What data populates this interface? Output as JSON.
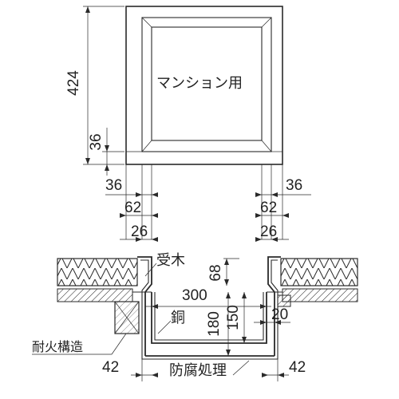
{
  "drawing": {
    "plan_label": "マンション用",
    "labels": {
      "ukegi": "受木",
      "dou": "銅",
      "taika": "耐火構造",
      "boufu": "防腐処理"
    },
    "dims": {
      "overall_height": "424",
      "frame_height": "36",
      "frame_left": "36",
      "frame_right": "36",
      "lip_left": "62",
      "lip_right": "62",
      "inner_left": "26",
      "inner_right": "26",
      "depth_top": "68",
      "opening": "300",
      "depth_150": "150",
      "depth_180": "180",
      "gap_20": "20",
      "bottom_left": "42",
      "bottom_right": "42"
    }
  }
}
